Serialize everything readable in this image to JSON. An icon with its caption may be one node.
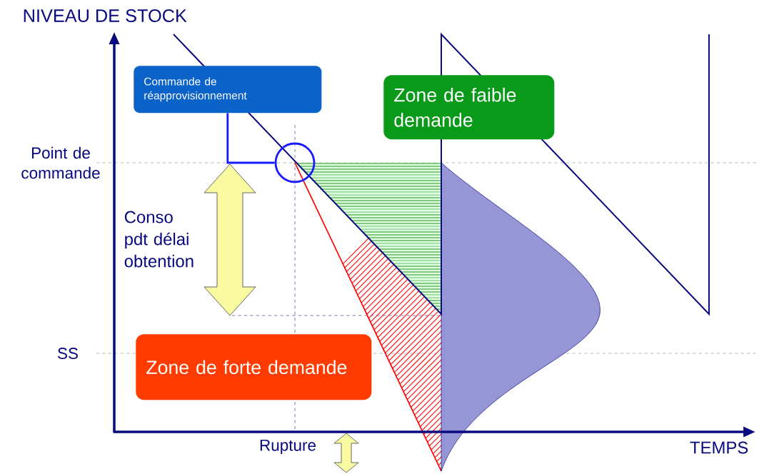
{
  "diagram": {
    "nodes": [
      {
        "text": [
          "Commande de réapprovisionnement"
        ]
      },
      {
        "text": [
          "Zone de faible demande"
        ]
      },
      {
        "text": [
          "Zone de forte demande"
        ]
      },
      {
        "text": [],
        "shape": "circle"
      }
    ],
    "edges": [
      {
        "from": 0,
        "to": 3,
        "arrow": "none",
        "color": "#1a1aff"
      }
    ],
    "labels": [
      "NIVEAU DE STOCK",
      "Point de commande",
      "Conso pdt délai obtention",
      "SS",
      "Rupture",
      "TEMPS"
    ]
  }
}
